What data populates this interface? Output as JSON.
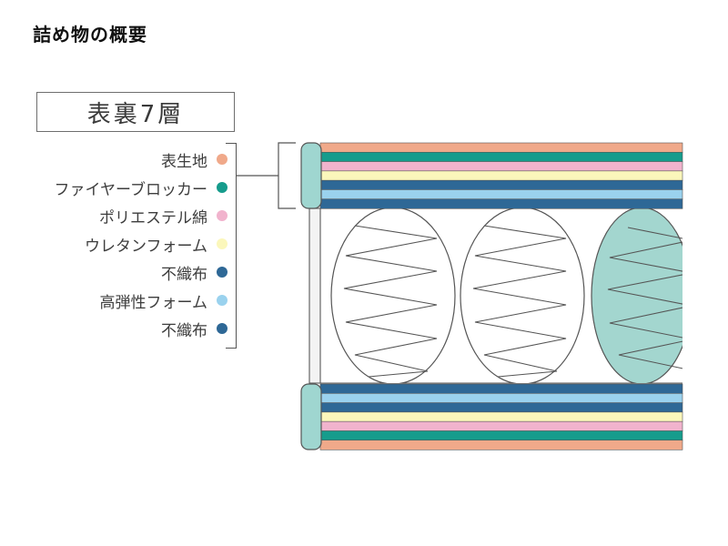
{
  "title": "詰め物の概要",
  "box_label": "表裏7層",
  "legend": [
    {
      "label": "表生地",
      "color": "#f0a98a"
    },
    {
      "label": "ファイヤーブロッカー",
      "color": "#169c8c"
    },
    {
      "label": "ポリエステル綿",
      "color": "#f1b3cd"
    },
    {
      "label": "ウレタンフォーム",
      "color": "#fbf7bb"
    },
    {
      "label": "不織布",
      "color": "#2e6896"
    },
    {
      "label": "高弾性フォーム",
      "color": "#9ad2ee"
    },
    {
      "label": "不織布",
      "color": "#2e6896"
    }
  ],
  "colors": {
    "edge_fill": "#9fd6d0",
    "highlight_spring": "#a3d6cf",
    "outline": "#444444"
  }
}
